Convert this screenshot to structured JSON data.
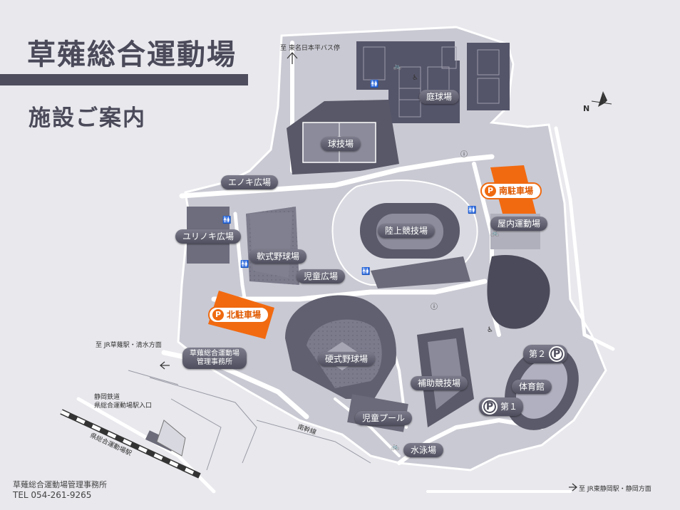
{
  "header": {
    "title": "草薙総合運動場",
    "subtitle": "施設ご案内"
  },
  "facilities": {
    "tennis": "庭球場",
    "ballfield": "球技場",
    "enoki": "エノキ広場",
    "yurinoki": "ユリノキ広場",
    "softball": "軟式野球場",
    "athletics": "陸上競技場",
    "kids_plaza": "児童広場",
    "indoor": "屋内運動場",
    "hardball": "硬式野球場",
    "sub_track": "補助競技場",
    "gym": "体育館",
    "kids_pool": "児童プール",
    "swimming": "水泳場",
    "office_line1": "草薙総合運動場",
    "office_line2": "管理事務所"
  },
  "parking": {
    "p_symbol": "P",
    "south": "南駐車場",
    "north": "北駐車場",
    "no1": "第１",
    "no2": "第２"
  },
  "directions": {
    "tomei_bus": "至 東名日本平バス停",
    "jr_kusanagi": "至 JR草薙駅・清水方面",
    "jr_higashi": "至 JR東静岡駅・静岡方面",
    "railway_line1": "静岡鉄道",
    "railway_line2": "県総合運動場駅入口",
    "station": "県総合運動場駅",
    "road": "南幹線",
    "compass": "N"
  },
  "footer": {
    "office": "草薙総合運動場管理事務所",
    "tel": "TEL 054-261-9265"
  },
  "colors": {
    "parking_orange": "#f26a10",
    "label_bg": "#55556a",
    "background": "#e8e8ed"
  }
}
